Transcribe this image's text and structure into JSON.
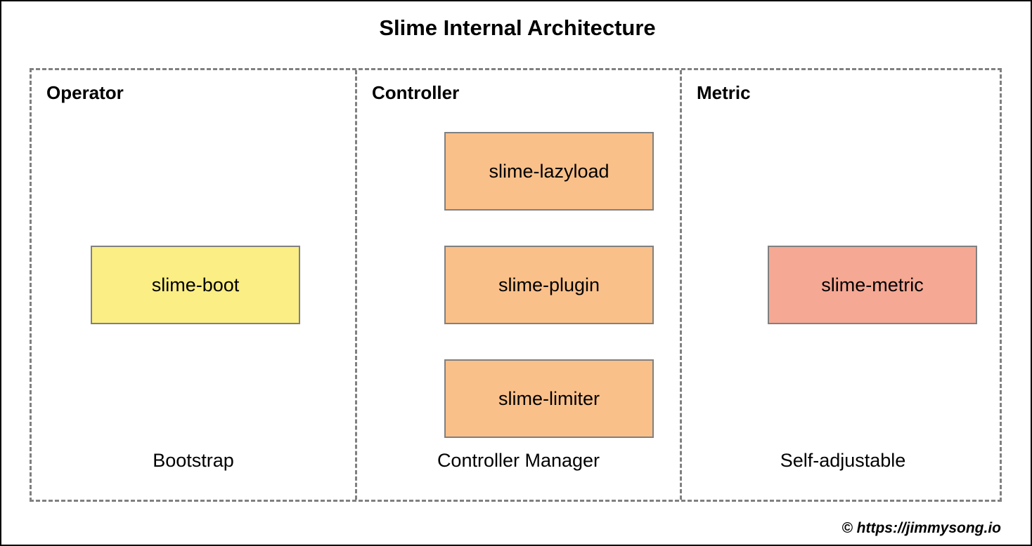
{
  "title": "Slime Internal Architecture",
  "footer": {
    "credit": "© https://jimmysong.io"
  },
  "colors": {
    "dashed_border": "#808080",
    "box_border": "#808080",
    "operator_box_fill": "#FAEE84",
    "controller_box_fill": "#FAC08A",
    "metric_box_fill": "#F5A894",
    "text": "#000000",
    "background": "#FFFFFF"
  },
  "sections": [
    {
      "label": "Operator",
      "caption": "Bootstrap",
      "components": [
        {
          "label": "slime-boot"
        }
      ]
    },
    {
      "label": "Controller",
      "caption": "Controller Manager",
      "components": [
        {
          "label": "slime-lazyload"
        },
        {
          "label": "slime-plugin"
        },
        {
          "label": "slime-limiter"
        }
      ]
    },
    {
      "label": "Metric",
      "caption": "Self-adjustable",
      "components": [
        {
          "label": "slime-metric"
        }
      ]
    }
  ]
}
